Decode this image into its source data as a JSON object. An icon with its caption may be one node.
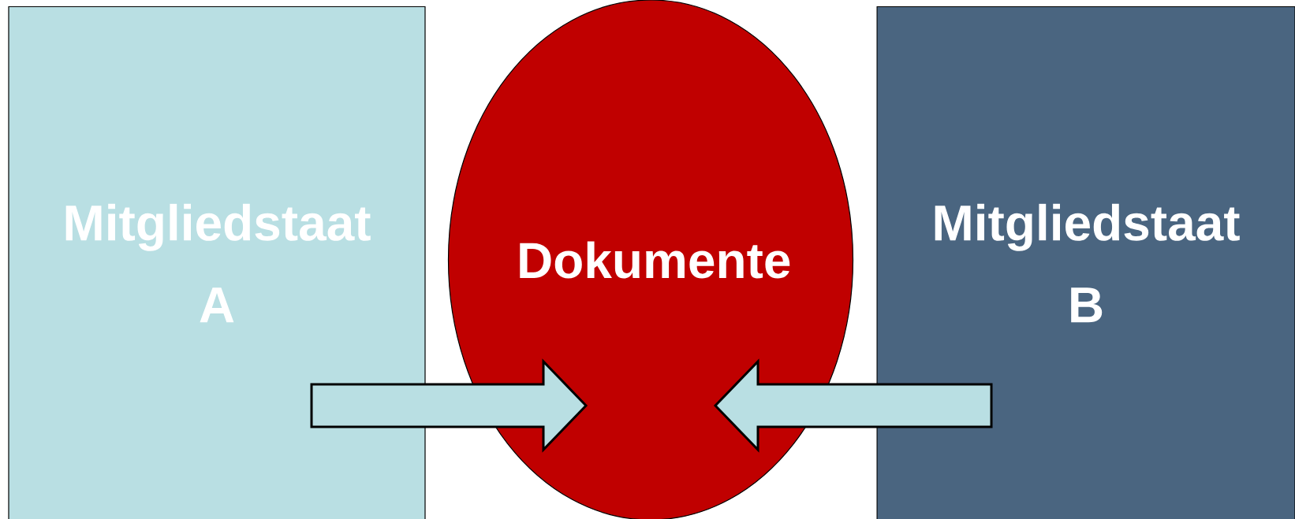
{
  "diagram": {
    "nodes": [
      {
        "text": [
          "Mitgliedstaat A"
        ]
      },
      {
        "text": [
          "Dokumente"
        ]
      },
      {
        "text": [
          "Mitgliedstaat B"
        ]
      }
    ],
    "edges": [
      {
        "from": 0,
        "to": 1,
        "arrow": "to"
      },
      {
        "from": 2,
        "to": 1,
        "arrow": "to"
      }
    ]
  }
}
